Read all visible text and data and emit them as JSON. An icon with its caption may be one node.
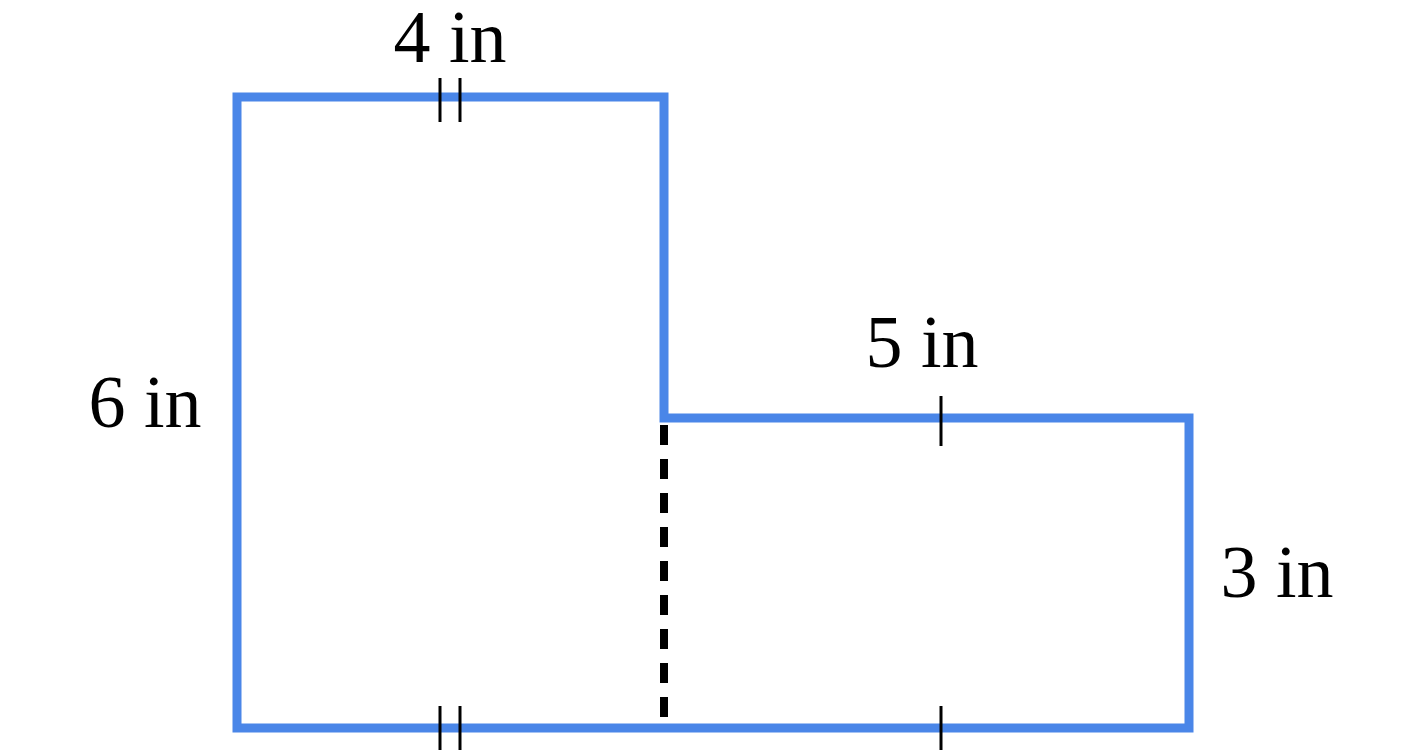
{
  "diagram": {
    "labels": [
      "4 in",
      "5 in",
      "6 in",
      "3 in"
    ]
  }
}
